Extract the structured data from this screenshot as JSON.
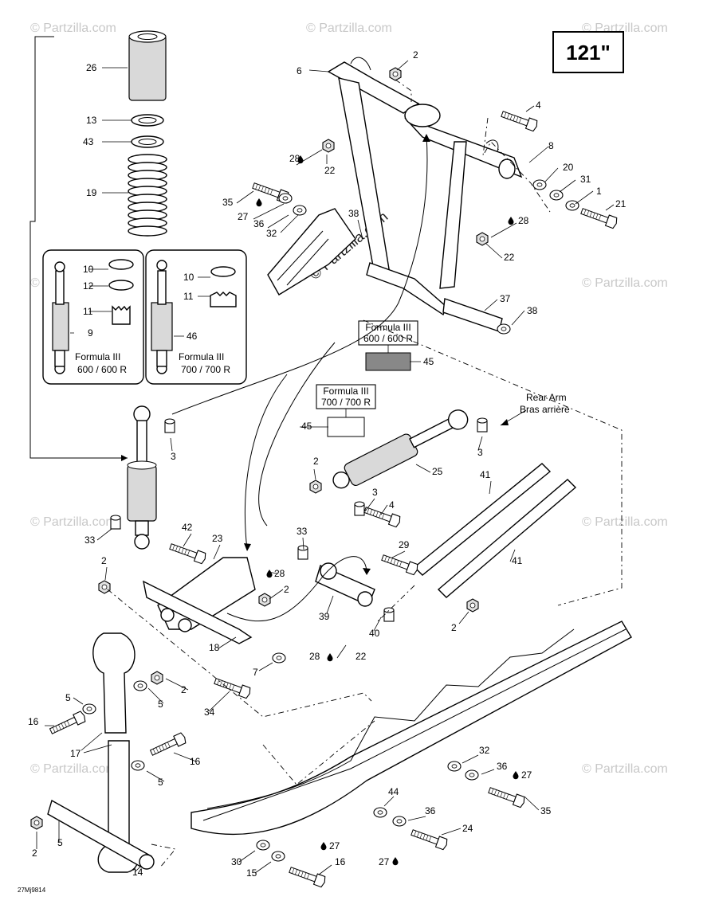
{
  "model_badge": "121\"",
  "drawing_code": "27Mj9814",
  "watermark_main": "© Partzilla.com",
  "watermark_small": "© Partzilla.com",
  "rear_arm_label_en": "Rear Arm",
  "rear_arm_label_fr": "Bras arrière",
  "inset_left_caption_1": "Formula III",
  "inset_left_caption_2": "600 / 600 R",
  "inset_right_caption_1": "Formula III",
  "inset_right_caption_2": "700 / 700 R",
  "decal_box_1_line1": "Formula III",
  "decal_box_1_line2": "600 / 600 R",
  "decal_box_2_line1": "Formula III",
  "decal_box_2_line2": "700 / 700 R",
  "lubricant_symbol": "drop-icon",
  "callouts": [
    {
      "id": "c26",
      "text": "26"
    },
    {
      "id": "c13",
      "text": "13"
    },
    {
      "id": "c43",
      "text": "43"
    },
    {
      "id": "c19",
      "text": "19"
    },
    {
      "id": "c10a",
      "text": "10"
    },
    {
      "id": "c12",
      "text": "12"
    },
    {
      "id": "c11a",
      "text": "11"
    },
    {
      "id": "c9",
      "text": "9"
    },
    {
      "id": "c10b",
      "text": "10"
    },
    {
      "id": "c11b",
      "text": "11"
    },
    {
      "id": "c46",
      "text": "46"
    },
    {
      "id": "c6",
      "text": "6"
    },
    {
      "id": "c2a",
      "text": "2"
    },
    {
      "id": "c4a",
      "text": "4"
    },
    {
      "id": "c8",
      "text": "8"
    },
    {
      "id": "c28a",
      "text": "28"
    },
    {
      "id": "c22a",
      "text": "22"
    },
    {
      "id": "c20",
      "text": "20"
    },
    {
      "id": "c31",
      "text": "31"
    },
    {
      "id": "c1",
      "text": "1"
    },
    {
      "id": "c21",
      "text": "21"
    },
    {
      "id": "c35a",
      "text": "35"
    },
    {
      "id": "c27a",
      "text": "27"
    },
    {
      "id": "c36a",
      "text": "36"
    },
    {
      "id": "c32a",
      "text": "32"
    },
    {
      "id": "c38a",
      "text": "38"
    },
    {
      "id": "c28b",
      "text": "28"
    },
    {
      "id": "c22b",
      "text": "22"
    },
    {
      "id": "c37",
      "text": "37"
    },
    {
      "id": "c38b",
      "text": "38"
    },
    {
      "id": "c45a",
      "text": "45"
    },
    {
      "id": "c45b",
      "text": "45"
    },
    {
      "id": "c3a",
      "text": "3"
    },
    {
      "id": "c3b",
      "text": "3"
    },
    {
      "id": "c2b",
      "text": "2"
    },
    {
      "id": "c25",
      "text": "25"
    },
    {
      "id": "c3c",
      "text": "3"
    },
    {
      "id": "c4b",
      "text": "4"
    },
    {
      "id": "c41a",
      "text": "41"
    },
    {
      "id": "c41b",
      "text": "41"
    },
    {
      "id": "c33a",
      "text": "33"
    },
    {
      "id": "c42",
      "text": "42"
    },
    {
      "id": "c23",
      "text": "23"
    },
    {
      "id": "c33b",
      "text": "33"
    },
    {
      "id": "c29",
      "text": "29"
    },
    {
      "id": "c2c",
      "text": "2"
    },
    {
      "id": "c28c",
      "text": "28"
    },
    {
      "id": "c2d",
      "text": "2"
    },
    {
      "id": "c39",
      "text": "39"
    },
    {
      "id": "c40",
      "text": "40"
    },
    {
      "id": "c2e",
      "text": "2"
    },
    {
      "id": "c18",
      "text": "18"
    },
    {
      "id": "c7",
      "text": "7"
    },
    {
      "id": "c28d",
      "text": "28"
    },
    {
      "id": "c22c",
      "text": "22"
    },
    {
      "id": "c2f",
      "text": "2"
    },
    {
      "id": "c5a",
      "text": "5"
    },
    {
      "id": "c5b",
      "text": "5"
    },
    {
      "id": "c34",
      "text": "34"
    },
    {
      "id": "c16a",
      "text": "16"
    },
    {
      "id": "c17",
      "text": "17"
    },
    {
      "id": "c16b",
      "text": "16"
    },
    {
      "id": "c5c",
      "text": "5"
    },
    {
      "id": "c32b",
      "text": "32"
    },
    {
      "id": "c36b",
      "text": "36"
    },
    {
      "id": "c27b",
      "text": "27"
    },
    {
      "id": "c35b",
      "text": "35"
    },
    {
      "id": "c44",
      "text": "44"
    },
    {
      "id": "c36c",
      "text": "36"
    },
    {
      "id": "c24",
      "text": "24"
    },
    {
      "id": "c27c",
      "text": "27"
    },
    {
      "id": "c16c",
      "text": "16"
    },
    {
      "id": "c30",
      "text": "30"
    },
    {
      "id": "c15",
      "text": "15"
    },
    {
      "id": "c27d",
      "text": "27"
    },
    {
      "id": "c2g",
      "text": "2"
    },
    {
      "id": "c5d",
      "text": "5"
    },
    {
      "id": "c14",
      "text": "14"
    }
  ]
}
